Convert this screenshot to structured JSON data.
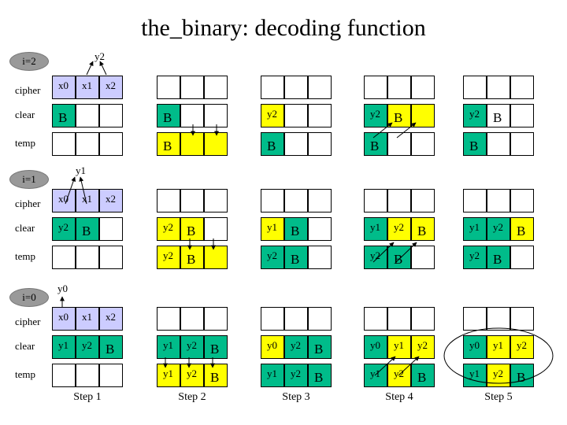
{
  "title": "the_binary: decoding function",
  "row_labels": {
    "cipher": "cipher",
    "clear": "clear",
    "temp": "temp"
  },
  "steps": [
    "Step 1",
    "Step 2",
    "Step 3",
    "Step 4",
    "Step 5"
  ],
  "colors": {
    "teal": "#00bc8a",
    "yellow": "#ffff00",
    "lavender": "#ccccff",
    "oval": "#999999"
  },
  "blocks": [
    {
      "iteration": "i=2",
      "top_label": "y2",
      "cipher": [
        "x0",
        "x1",
        "x2"
      ],
      "clear": [
        [
          {
            "t": "B",
            "c": "teal"
          },
          {
            "t": "",
            "c": "white"
          },
          {
            "t": "",
            "c": "white"
          }
        ],
        [
          {
            "t": "B",
            "c": "teal"
          },
          {
            "t": "",
            "c": "white"
          },
          {
            "t": "",
            "c": "white"
          }
        ],
        [
          {
            "t": "y2",
            "c": "yellow"
          },
          {
            "t": "",
            "c": "white"
          },
          {
            "t": "",
            "c": "white"
          }
        ],
        [
          {
            "t": "y2",
            "c": "teal"
          },
          {
            "t": "B",
            "c": "yellow"
          },
          {
            "t": "",
            "c": "yellow"
          }
        ],
        [
          {
            "t": "y2",
            "c": "teal"
          },
          {
            "t": "B",
            "c": "white"
          },
          {
            "t": "",
            "c": "white"
          }
        ]
      ],
      "temp": [
        [
          {
            "t": "",
            "c": "white"
          },
          {
            "t": "",
            "c": "white"
          },
          {
            "t": "",
            "c": "white"
          }
        ],
        [
          {
            "t": "B",
            "c": "yellow"
          },
          {
            "t": "",
            "c": "yellow"
          },
          {
            "t": "",
            "c": "yellow"
          }
        ],
        [
          {
            "t": "B",
            "c": "teal"
          },
          {
            "t": "",
            "c": "white"
          },
          {
            "t": "",
            "c": "white"
          }
        ],
        [
          {
            "t": "B",
            "c": "teal"
          },
          {
            "t": "",
            "c": "white"
          },
          {
            "t": "",
            "c": "white"
          }
        ],
        [
          {
            "t": "B",
            "c": "teal"
          },
          {
            "t": "",
            "c": "white"
          },
          {
            "t": "",
            "c": "white"
          }
        ]
      ]
    },
    {
      "iteration": "i=1",
      "top_label": "y1",
      "cipher": [
        "x0",
        "x1",
        "x2"
      ],
      "clear": [
        [
          {
            "t": "y2",
            "c": "teal"
          },
          {
            "t": "B",
            "c": "teal"
          },
          {
            "t": "",
            "c": "white"
          }
        ],
        [
          {
            "t": "y2",
            "c": "yellow"
          },
          {
            "t": "B",
            "c": "yellow"
          },
          {
            "t": "",
            "c": "white"
          }
        ],
        [
          {
            "t": "y1",
            "c": "yellow"
          },
          {
            "t": "B",
            "c": "teal"
          },
          {
            "t": "",
            "c": "white"
          }
        ],
        [
          {
            "t": "y1",
            "c": "teal"
          },
          {
            "t": "y2",
            "c": "yellow"
          },
          {
            "t": "B",
            "c": "yellow"
          }
        ],
        [
          {
            "t": "y1",
            "c": "teal"
          },
          {
            "t": "y2",
            "c": "teal"
          },
          {
            "t": "B",
            "c": "yellow"
          }
        ]
      ],
      "temp": [
        [
          {
            "t": "",
            "c": "white"
          },
          {
            "t": "",
            "c": "white"
          },
          {
            "t": "",
            "c": "white"
          }
        ],
        [
          {
            "t": "y2",
            "c": "yellow"
          },
          {
            "t": "B",
            "c": "yellow"
          },
          {
            "t": "",
            "c": "yellow"
          }
        ],
        [
          {
            "t": "y2",
            "c": "teal"
          },
          {
            "t": "B",
            "c": "teal"
          },
          {
            "t": "",
            "c": "white"
          }
        ],
        [
          {
            "t": "y2",
            "c": "teal"
          },
          {
            "t": "B",
            "c": "teal"
          },
          {
            "t": "",
            "c": "white"
          }
        ],
        [
          {
            "t": "y2",
            "c": "teal"
          },
          {
            "t": "B",
            "c": "teal"
          },
          {
            "t": "",
            "c": "white"
          }
        ]
      ]
    },
    {
      "iteration": "i=0",
      "top_label": "y0",
      "cipher": [
        "x0",
        "x1",
        "x2"
      ],
      "clear": [
        [
          {
            "t": "y1",
            "c": "teal"
          },
          {
            "t": "y2",
            "c": "teal"
          },
          {
            "t": "B",
            "c": "teal"
          }
        ],
        [
          {
            "t": "y1",
            "c": "teal"
          },
          {
            "t": "y2",
            "c": "teal"
          },
          {
            "t": "B",
            "c": "teal"
          }
        ],
        [
          {
            "t": "y0",
            "c": "yellow"
          },
          {
            "t": "y2",
            "c": "teal"
          },
          {
            "t": "B",
            "c": "teal"
          }
        ],
        [
          {
            "t": "y0",
            "c": "teal"
          },
          {
            "t": "y1",
            "c": "yellow"
          },
          {
            "t": "y2",
            "c": "yellow"
          }
        ],
        [
          {
            "t": "y0",
            "c": "teal"
          },
          {
            "t": "y1",
            "c": "yellow"
          },
          {
            "t": "y2",
            "c": "yellow"
          }
        ]
      ],
      "temp": [
        [
          {
            "t": "",
            "c": "white"
          },
          {
            "t": "",
            "c": "white"
          },
          {
            "t": "",
            "c": "white"
          }
        ],
        [
          {
            "t": "y1",
            "c": "yellow"
          },
          {
            "t": "y2",
            "c": "yellow"
          },
          {
            "t": "B",
            "c": "yellow"
          }
        ],
        [
          {
            "t": "y1",
            "c": "teal"
          },
          {
            "t": "y2",
            "c": "teal"
          },
          {
            "t": "B",
            "c": "teal"
          }
        ],
        [
          {
            "t": "y1",
            "c": "teal"
          },
          {
            "t": "y2",
            "c": "yellow"
          },
          {
            "t": "B",
            "c": "teal"
          }
        ],
        [
          {
            "t": "y1",
            "c": "teal"
          },
          {
            "t": "y2",
            "c": "yellow"
          },
          {
            "t": "B",
            "c": "teal"
          }
        ]
      ]
    }
  ]
}
